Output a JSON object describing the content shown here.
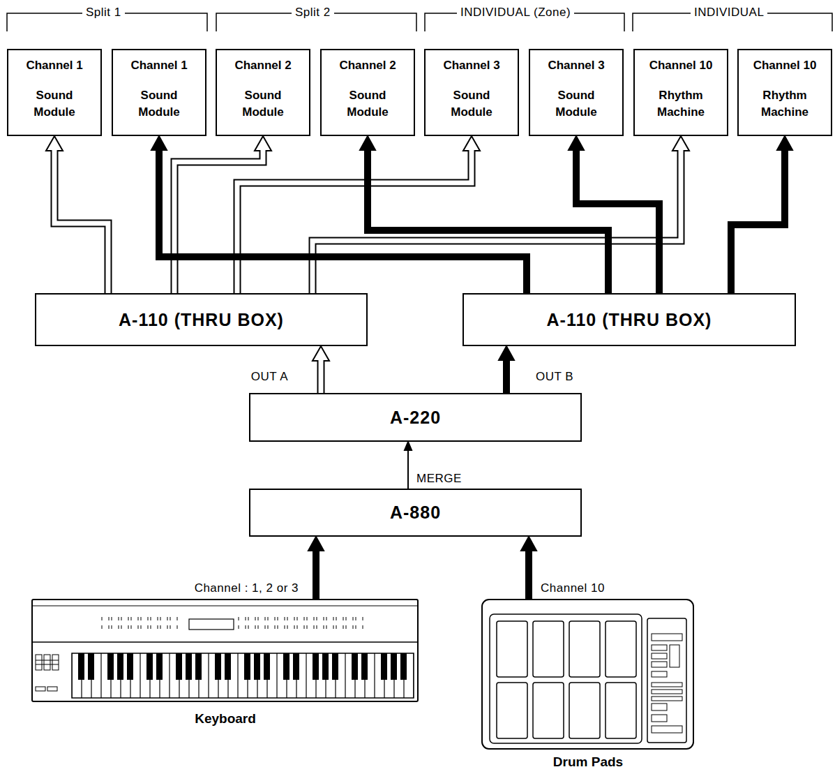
{
  "diagram": {
    "nodes": [
      {
        "text": [
          "Channel 1",
          "Sound Module"
        ]
      },
      {
        "text": [
          "Channel 1",
          "Sound Module"
        ]
      },
      {
        "text": [
          "Channel 2",
          "Sound Module"
        ]
      },
      {
        "text": [
          "Channel 2",
          "Sound Module"
        ]
      },
      {
        "text": [
          "Channel 3",
          "Sound Module"
        ]
      },
      {
        "text": [
          "Channel 3",
          "Sound Module"
        ]
      },
      {
        "text": [
          "Channel 10",
          "Rhythm Machine"
        ]
      },
      {
        "text": [
          "Channel 10",
          "Rhythm Machine"
        ]
      },
      {
        "text": [
          "A-110 (THRU BOX)"
        ]
      },
      {
        "text": [
          "A-110 (THRU BOX)"
        ]
      },
      {
        "text": [
          "A-220"
        ]
      },
      {
        "text": [
          "A-880"
        ]
      },
      {
        "text": [
          "Keyboard"
        ]
      },
      {
        "text": [
          "Drum Pads"
        ]
      }
    ],
    "edges": [
      {
        "from": 12,
        "to": 11,
        "label": "Channel : 1, 2 or 3",
        "arrow": "to"
      },
      {
        "from": 13,
        "to": 11,
        "label": "Channel 10",
        "arrow": "to"
      },
      {
        "from": 11,
        "to": 10,
        "label": "MERGE",
        "arrow": "to"
      },
      {
        "from": 10,
        "to": 8,
        "label": "OUT A",
        "arrow": "to"
      },
      {
        "from": 10,
        "to": 9,
        "label": "OUT B",
        "arrow": "to"
      },
      {
        "from": 8,
        "to": 0,
        "arrow": "to"
      },
      {
        "from": 8,
        "to": 2,
        "arrow": "to"
      },
      {
        "from": 8,
        "to": 4,
        "arrow": "to"
      },
      {
        "from": 8,
        "to": 6,
        "arrow": "to"
      },
      {
        "from": 9,
        "to": 1,
        "arrow": "to"
      },
      {
        "from": 9,
        "to": 3,
        "arrow": "to"
      },
      {
        "from": 9,
        "to": 5,
        "arrow": "to"
      },
      {
        "from": 9,
        "to": 7,
        "arrow": "to"
      }
    ],
    "labels": [
      "Split 1",
      "Split 2",
      "INDIVIDUAL (Zone)",
      "INDIVIDUAL"
    ]
  }
}
